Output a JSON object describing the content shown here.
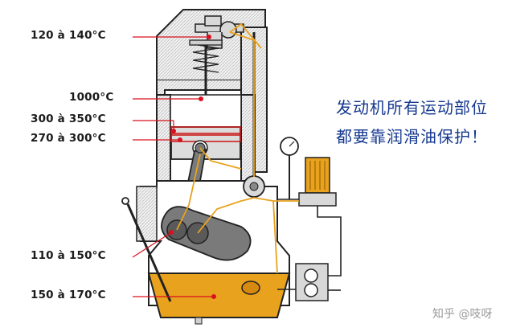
{
  "labels": {
    "t1": "120 à 140°C",
    "t2": "1000°C",
    "t3": "300 à 350°C",
    "t4": "270 à 300°C",
    "t5": "110 à 150°C",
    "t6": "150 à 170°C"
  },
  "caption": {
    "line1": "发动机所有运动部位",
    "line2": "都要靠润滑油保护！"
  },
  "watermark": "知乎 @吱呀",
  "colors": {
    "oil": "#e8a21e",
    "marker": "#d9101e",
    "caption": "#14388f",
    "outline": "#222222"
  }
}
